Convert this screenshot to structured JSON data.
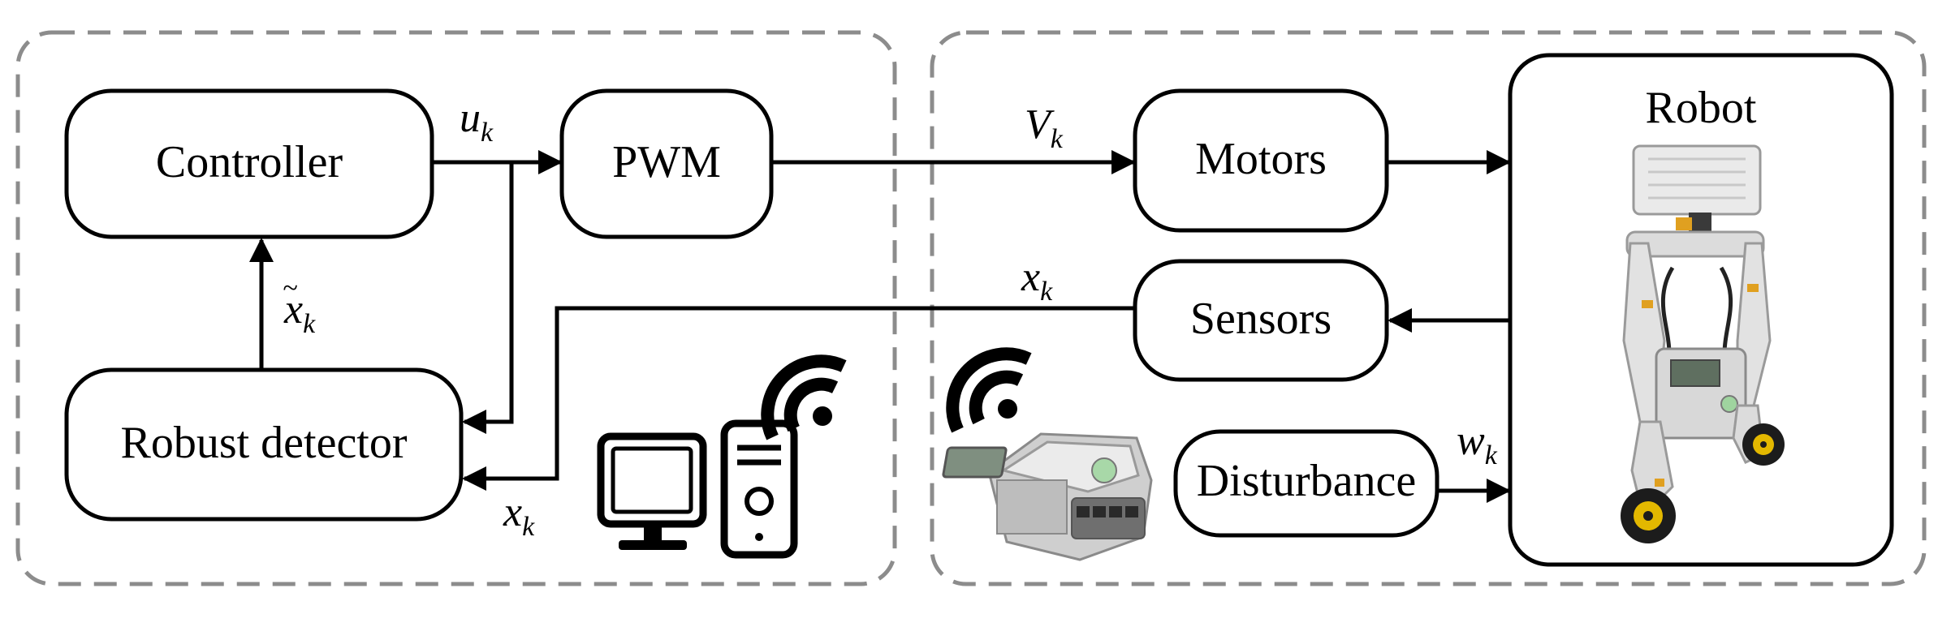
{
  "blocks": {
    "controller": "Controller",
    "pwm": "PWM",
    "motors": "Motors",
    "sensors": "Sensors",
    "robust_detector": "Robust detector",
    "disturbance": "Disturbance",
    "robot": "Robot"
  },
  "signals": {
    "u": {
      "base": "u",
      "sub": "k"
    },
    "v": {
      "base": "V",
      "sub": "k"
    },
    "x_sensors": {
      "base": "x",
      "sub": "k"
    },
    "x_detector": {
      "base": "x",
      "sub": "k"
    },
    "x_tilde": {
      "base": "x",
      "accent": "~",
      "sub": "k"
    },
    "w": {
      "base": "w",
      "sub": "k"
    }
  },
  "icons": [
    "computer-monitor-icon",
    "computer-tower-icon",
    "wifi-signal-icon",
    "ev3-brick-icon",
    "robot-photo"
  ]
}
